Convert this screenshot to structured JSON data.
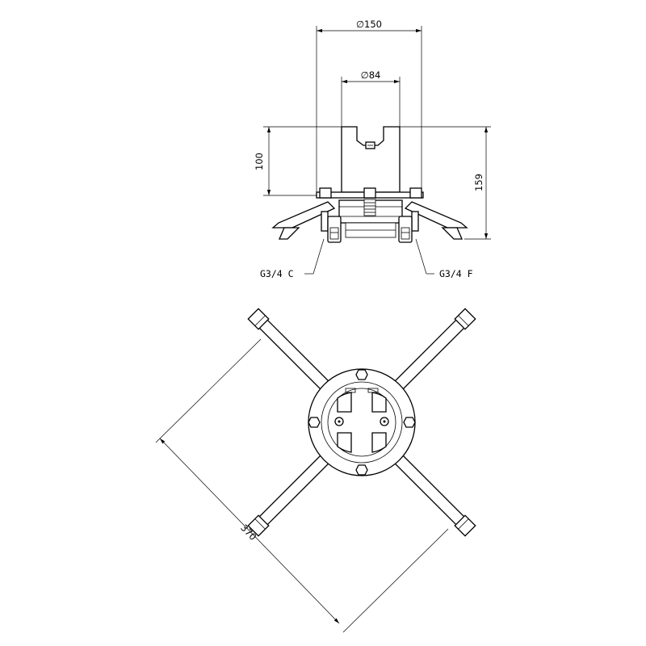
{
  "dimensions": {
    "top_diameter": "∅150",
    "inner_diameter": "∅84",
    "body_height": "100",
    "total_height": "159",
    "arm_span": "370"
  },
  "connections": {
    "left": "G3/4 C",
    "right": "G3/4 F"
  }
}
